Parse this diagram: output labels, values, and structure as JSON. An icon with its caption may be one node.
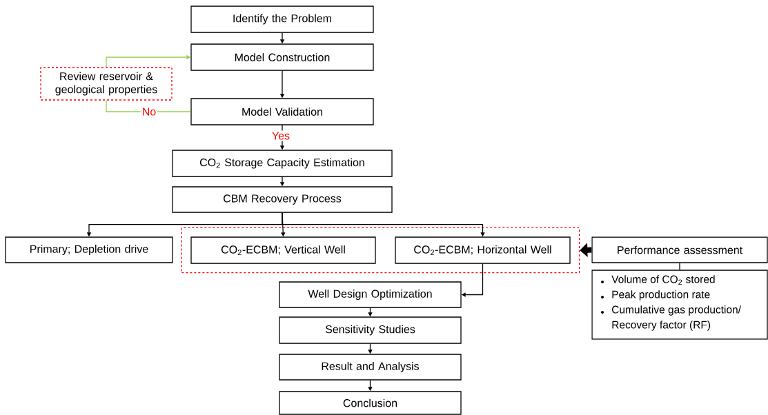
{
  "diagram": {
    "nodes": [
      {
        "text": [
          "Identify the Problem"
        ]
      },
      {
        "text": [
          "Model Construction"
        ]
      },
      {
        "text": [
          "Review reservoir & geological properties"
        ]
      },
      {
        "text": [
          "Model Validation"
        ]
      },
      {
        "text": [
          "CO$_{2}$ Storage Capacity Estimation"
        ]
      },
      {
        "text": [
          "CBM Recovery Process"
        ]
      },
      {
        "text": [
          "Primary; Depletion drive"
        ]
      },
      {
        "text": [],
        "shape": "box"
      },
      {
        "text": [
          "CO$_{2}$-ECBM; Vertical Well"
        ],
        "in": 7
      },
      {
        "text": [
          "CO$_{2}$-ECBM; Horizontal Well"
        ],
        "in": 7
      },
      {
        "text": [
          "Performance assessment"
        ]
      },
      {
        "text": [
          "Volume of CO$_{2}$ stored",
          "Peak production rate",
          "Cumulative gas production/ Recovery factor (RF)"
        ]
      },
      {
        "text": [
          "Well Design Optimization"
        ]
      },
      {
        "text": [
          "Sensitivity Studies"
        ]
      },
      {
        "text": [
          "Result and Analysis"
        ]
      },
      {
        "text": [
          "Conclusion"
        ]
      }
    ],
    "edges": [
      {
        "from": 0,
        "to": 1,
        "arrow": "to"
      },
      {
        "from": 1,
        "to": 3,
        "arrow": "to"
      },
      {
        "from": 3,
        "to": 2,
        "arrow": "none",
        "label": "No",
        "color": "#92d050"
      },
      {
        "from": 2,
        "to": 1,
        "arrow": "to",
        "color": "#92d050"
      },
      {
        "from": 3,
        "to": 4,
        "arrow": "to",
        "label": "Yes"
      },
      {
        "from": 4,
        "to": 5,
        "arrow": "to"
      },
      {
        "from": 5,
        "to": 6,
        "arrow": "to"
      },
      {
        "from": 5,
        "to": 8,
        "arrow": "to"
      },
      {
        "from": 5,
        "to": 9,
        "arrow": "to"
      },
      {
        "from": 9,
        "to": 12,
        "arrow": "to"
      },
      {
        "from": 12,
        "to": 13,
        "arrow": "to"
      },
      {
        "from": 13,
        "to": 14,
        "arrow": "to"
      },
      {
        "from": 14,
        "to": 15,
        "arrow": "to"
      },
      {
        "from": 10,
        "to": 7,
        "arrow": "to",
        "style": "thick"
      },
      {
        "from": 10,
        "to": 11,
        "arrow": "none"
      }
    ]
  }
}
